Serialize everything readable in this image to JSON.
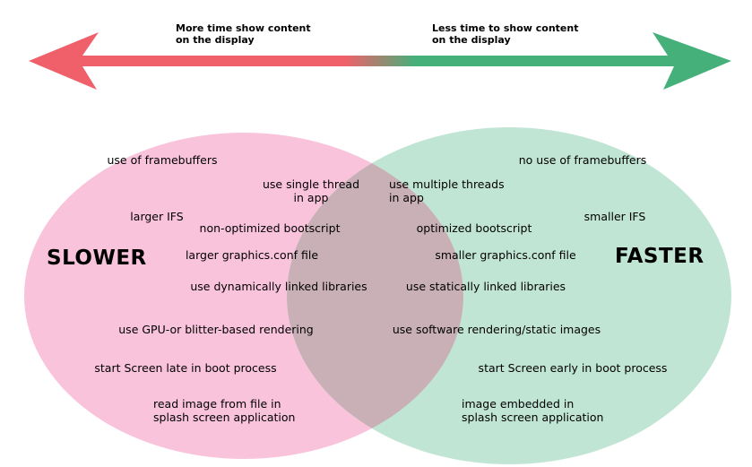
{
  "arrow": {
    "left_label": "More time show content\non the display",
    "right_label": "Less time to show content\non the display",
    "left_color": "#f0606a",
    "right_color": "#45b07a"
  },
  "left_set": {
    "title": "SLOWER",
    "color": "#f9c3db",
    "items": [
      "use of framebuffers",
      "use single thread\nin app",
      "larger IFS",
      "non-optimized bootscript",
      "larger graphics.conf file",
      "use dynamically linked libraries",
      "use GPU-or blitter-based rendering",
      "start Screen late in boot process",
      "read image from file in\nsplash screen application"
    ]
  },
  "right_set": {
    "title": "FASTER",
    "color": "#c1e5d5",
    "items": [
      "no use of framebuffers",
      "use multiple threads\nin app",
      "smaller IFS",
      "optimized bootscript",
      "smaller graphics.conf file",
      "use statically linked libraries",
      "use software rendering/static images",
      "start Screen early in boot process",
      "image embedded in\nsplash screen application"
    ]
  },
  "overlap_color": "#c8b0b6"
}
